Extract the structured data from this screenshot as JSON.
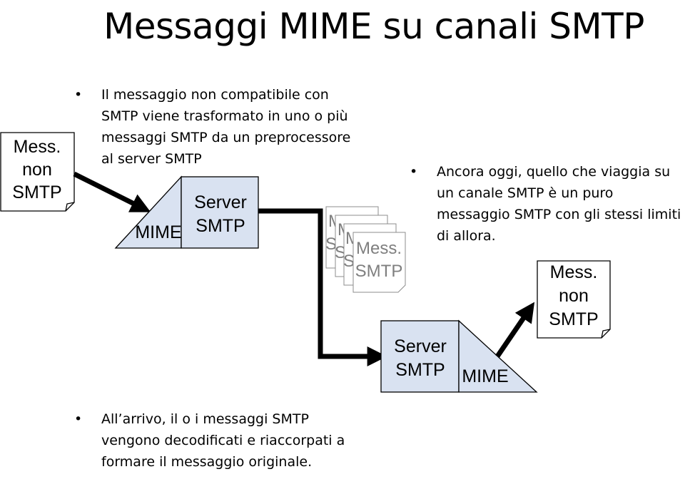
{
  "title": "Messaggi MIME su canali SMTP",
  "bullets": {
    "b1": "Il messaggio non compatibile con SMTP viene trasformato in uno o più messaggi SMTP da un preprocessore al server SMTP",
    "b2": "Ancora oggi, quello che viaggia su un canale SMTP è un puro messaggio SMTP con gli stessi limiti di allora.",
    "b3": "All’arrivo, il o i messaggi SMTP vengono decodificati e riaccorpati a formare il messaggio originale.",
    "bullet_symbol": "•"
  },
  "diagram": {
    "doc_in": [
      "Mess.",
      "non",
      "SMTP"
    ],
    "doc_out": [
      "Mess.",
      "non",
      "SMTP"
    ],
    "server_left": {
      "line1": "Server",
      "line2": "SMTP",
      "mime": "MIME"
    },
    "server_right": {
      "line1": "Server",
      "line2": "SMTP",
      "mime": "MIME"
    },
    "stack_doc": [
      "Mess.",
      "SMTP"
    ],
    "colors": {
      "server_fill": "#d9e2f1",
      "stroke": "#000000",
      "stack_text": "#7f7f7f",
      "stack_stroke": "#8c8c8c"
    }
  }
}
